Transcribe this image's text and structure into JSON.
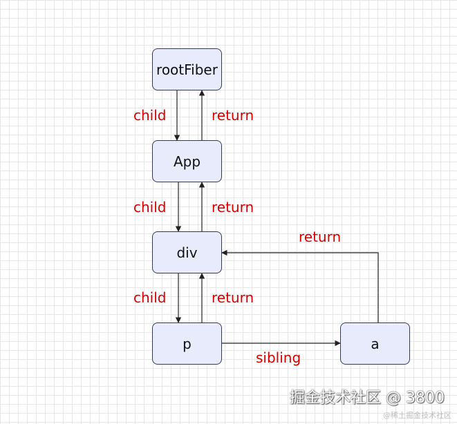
{
  "nodes": {
    "root_fiber": "rootFiber",
    "app": "App",
    "div": "div",
    "p": "p",
    "a": "a"
  },
  "edge_labels": {
    "root_to_app": "child",
    "app_to_root": "return",
    "app_to_div": "child",
    "div_to_app": "return",
    "div_to_p": "child",
    "p_to_div": "return",
    "a_to_div": "return",
    "p_to_a": "sibling"
  },
  "colors": {
    "node_fill": "#e8ebfb",
    "node_border": "#333a4d",
    "edge_label": "#d40000",
    "arrow": "#222222"
  },
  "watermark": {
    "main": "掘金技术社区 @ 3800",
    "sub": "@稀土掘金技术社区"
  }
}
